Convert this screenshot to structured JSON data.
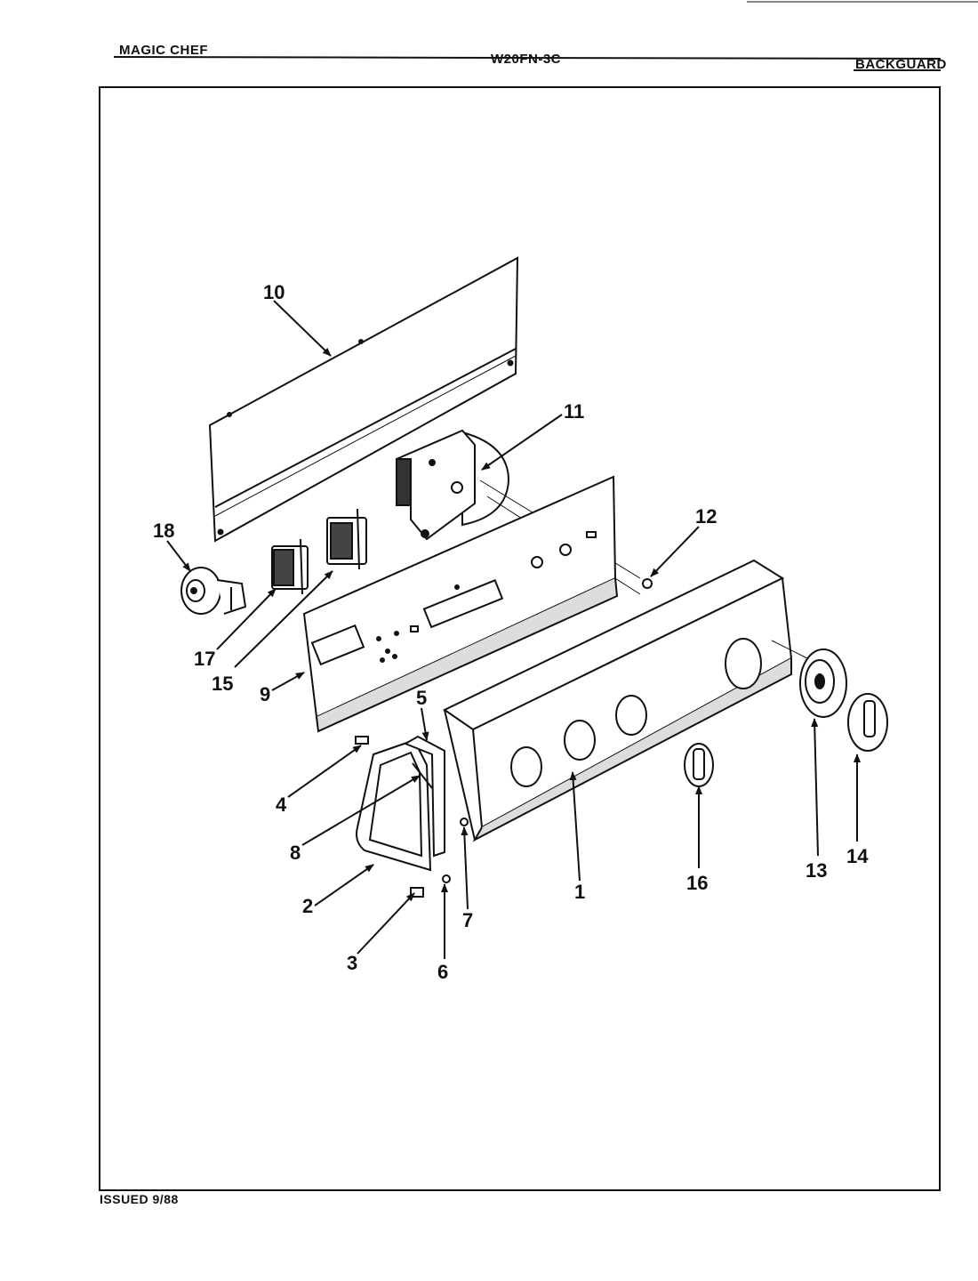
{
  "header": {
    "brand": "MAGIC CHEF",
    "model": "W20FN-3C",
    "section": "BACKGUARD"
  },
  "footer": {
    "issued": "ISSUED 9/88"
  },
  "diagram": {
    "callouts": [
      {
        "id": "1",
        "label": "1"
      },
      {
        "id": "2",
        "label": "2"
      },
      {
        "id": "3",
        "label": "3"
      },
      {
        "id": "4",
        "label": "4"
      },
      {
        "id": "5",
        "label": "5"
      },
      {
        "id": "6",
        "label": "6"
      },
      {
        "id": "7",
        "label": "7"
      },
      {
        "id": "8",
        "label": "8"
      },
      {
        "id": "9",
        "label": "9"
      },
      {
        "id": "10",
        "label": "10"
      },
      {
        "id": "11",
        "label": "11"
      },
      {
        "id": "12",
        "label": "12"
      },
      {
        "id": "13",
        "label": "13"
      },
      {
        "id": "14",
        "label": "14"
      },
      {
        "id": "15",
        "label": "15"
      },
      {
        "id": "16",
        "label": "16"
      },
      {
        "id": "17",
        "label": "17"
      },
      {
        "id": "18",
        "label": "18"
      }
    ]
  }
}
